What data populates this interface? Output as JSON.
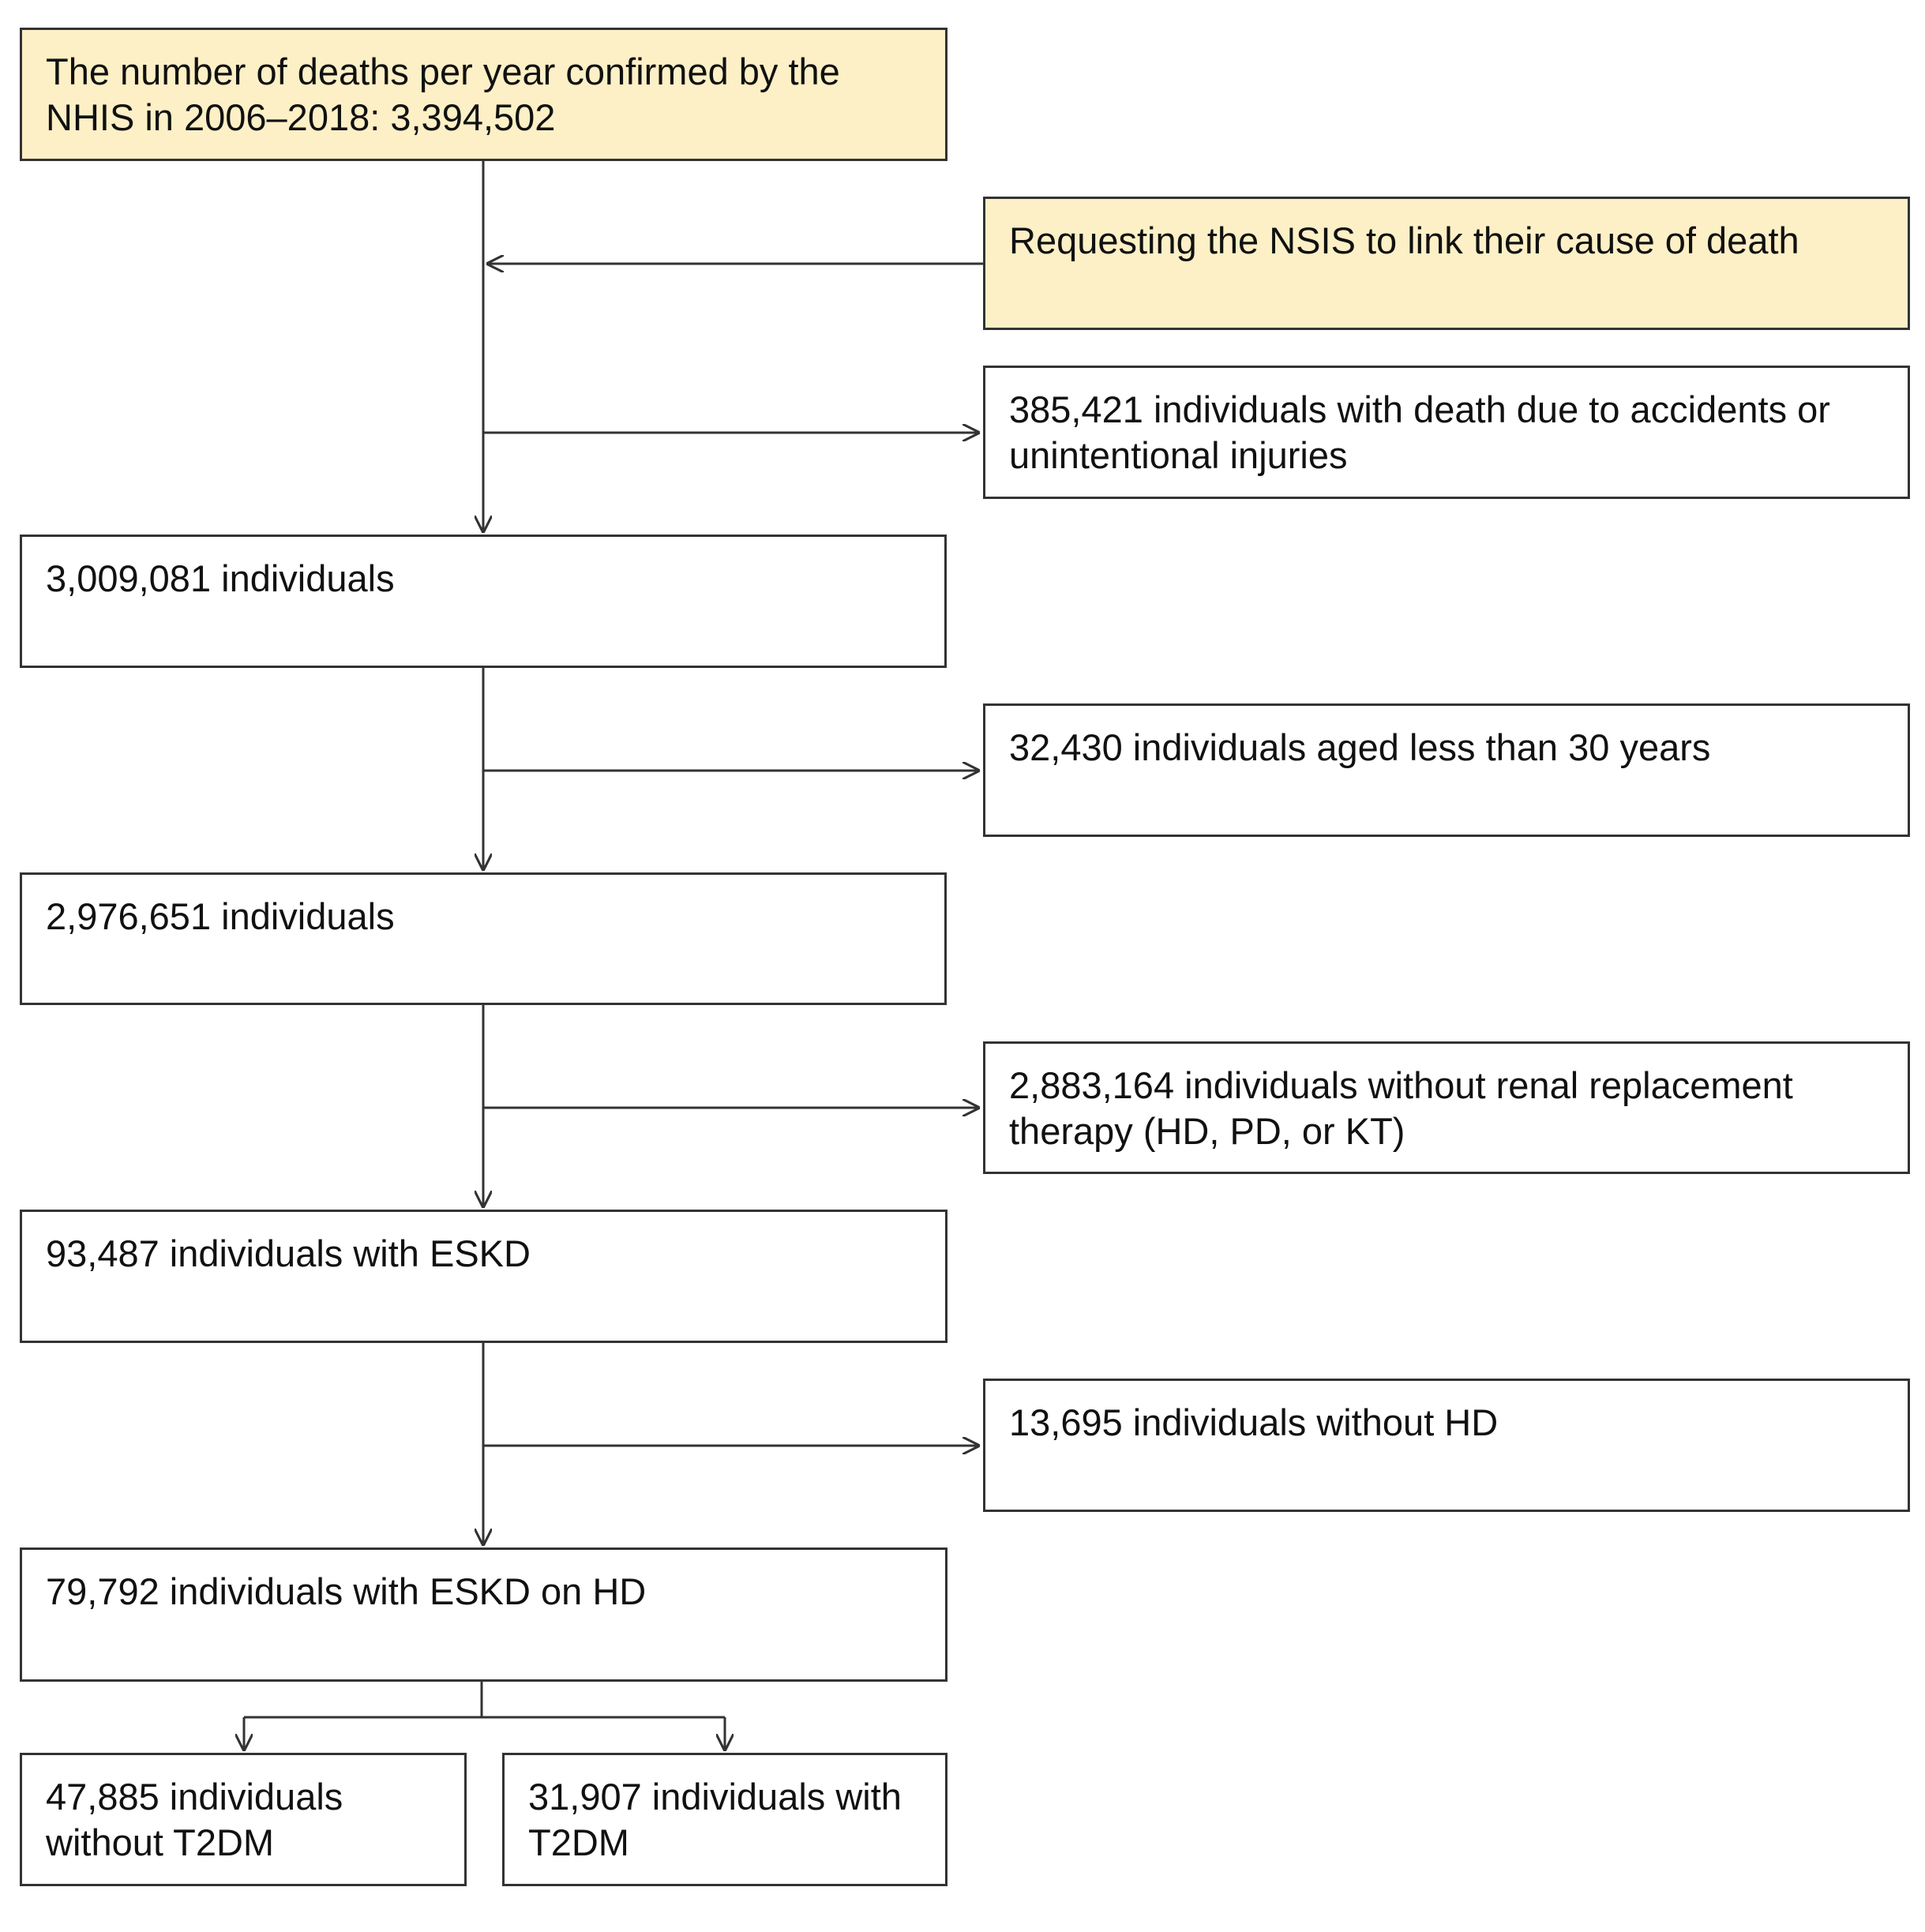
{
  "colors": {
    "highlight_fill": "#fdf0c6",
    "box_fill": "#ffffff",
    "stroke": "#333333"
  },
  "boxes": {
    "start": "The number of deaths per year confirmed by the NHIS in 2006–2018: 3,394,502",
    "nsis_request": "Requesting the NSIS to link their cause of death",
    "excl_accidents": "385,421 individuals with death due to accidents or unintentional injuries",
    "step1": "3,009,081 individuals",
    "excl_age": "32,430 individuals aged less than 30 years",
    "step2": "2,976,651 individuals",
    "excl_rrt": "2,883,164 individuals without renal replacement therapy (HD, PD, or KT)",
    "step3": "93,487 individuals with ESKD",
    "excl_hd": "13,695 individuals without HD",
    "step4": "79,792 individuals with ESKD on HD",
    "without_t2dm": "47,885 individuals without T2DM",
    "with_t2dm": "31,907 individuals with T2DM"
  }
}
